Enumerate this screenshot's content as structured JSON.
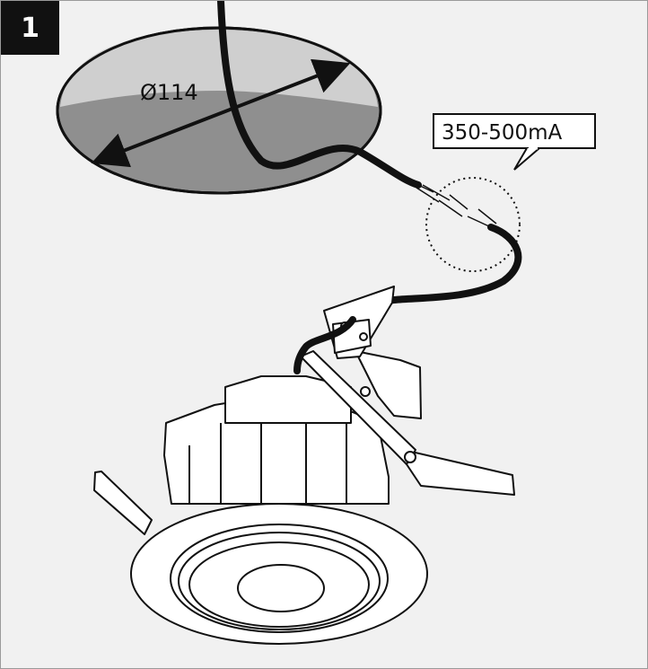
{
  "step": {
    "number": "1"
  },
  "cutout": {
    "diameter_label": "Ø114"
  },
  "driver": {
    "current_label": "350-500mA"
  },
  "colors": {
    "panel_bg": "#f1f1f1",
    "hole_rim": "#cfcfcf",
    "hole_inner": "#8f8f8f",
    "ink": "#111111",
    "fixture": "#ffffff"
  }
}
